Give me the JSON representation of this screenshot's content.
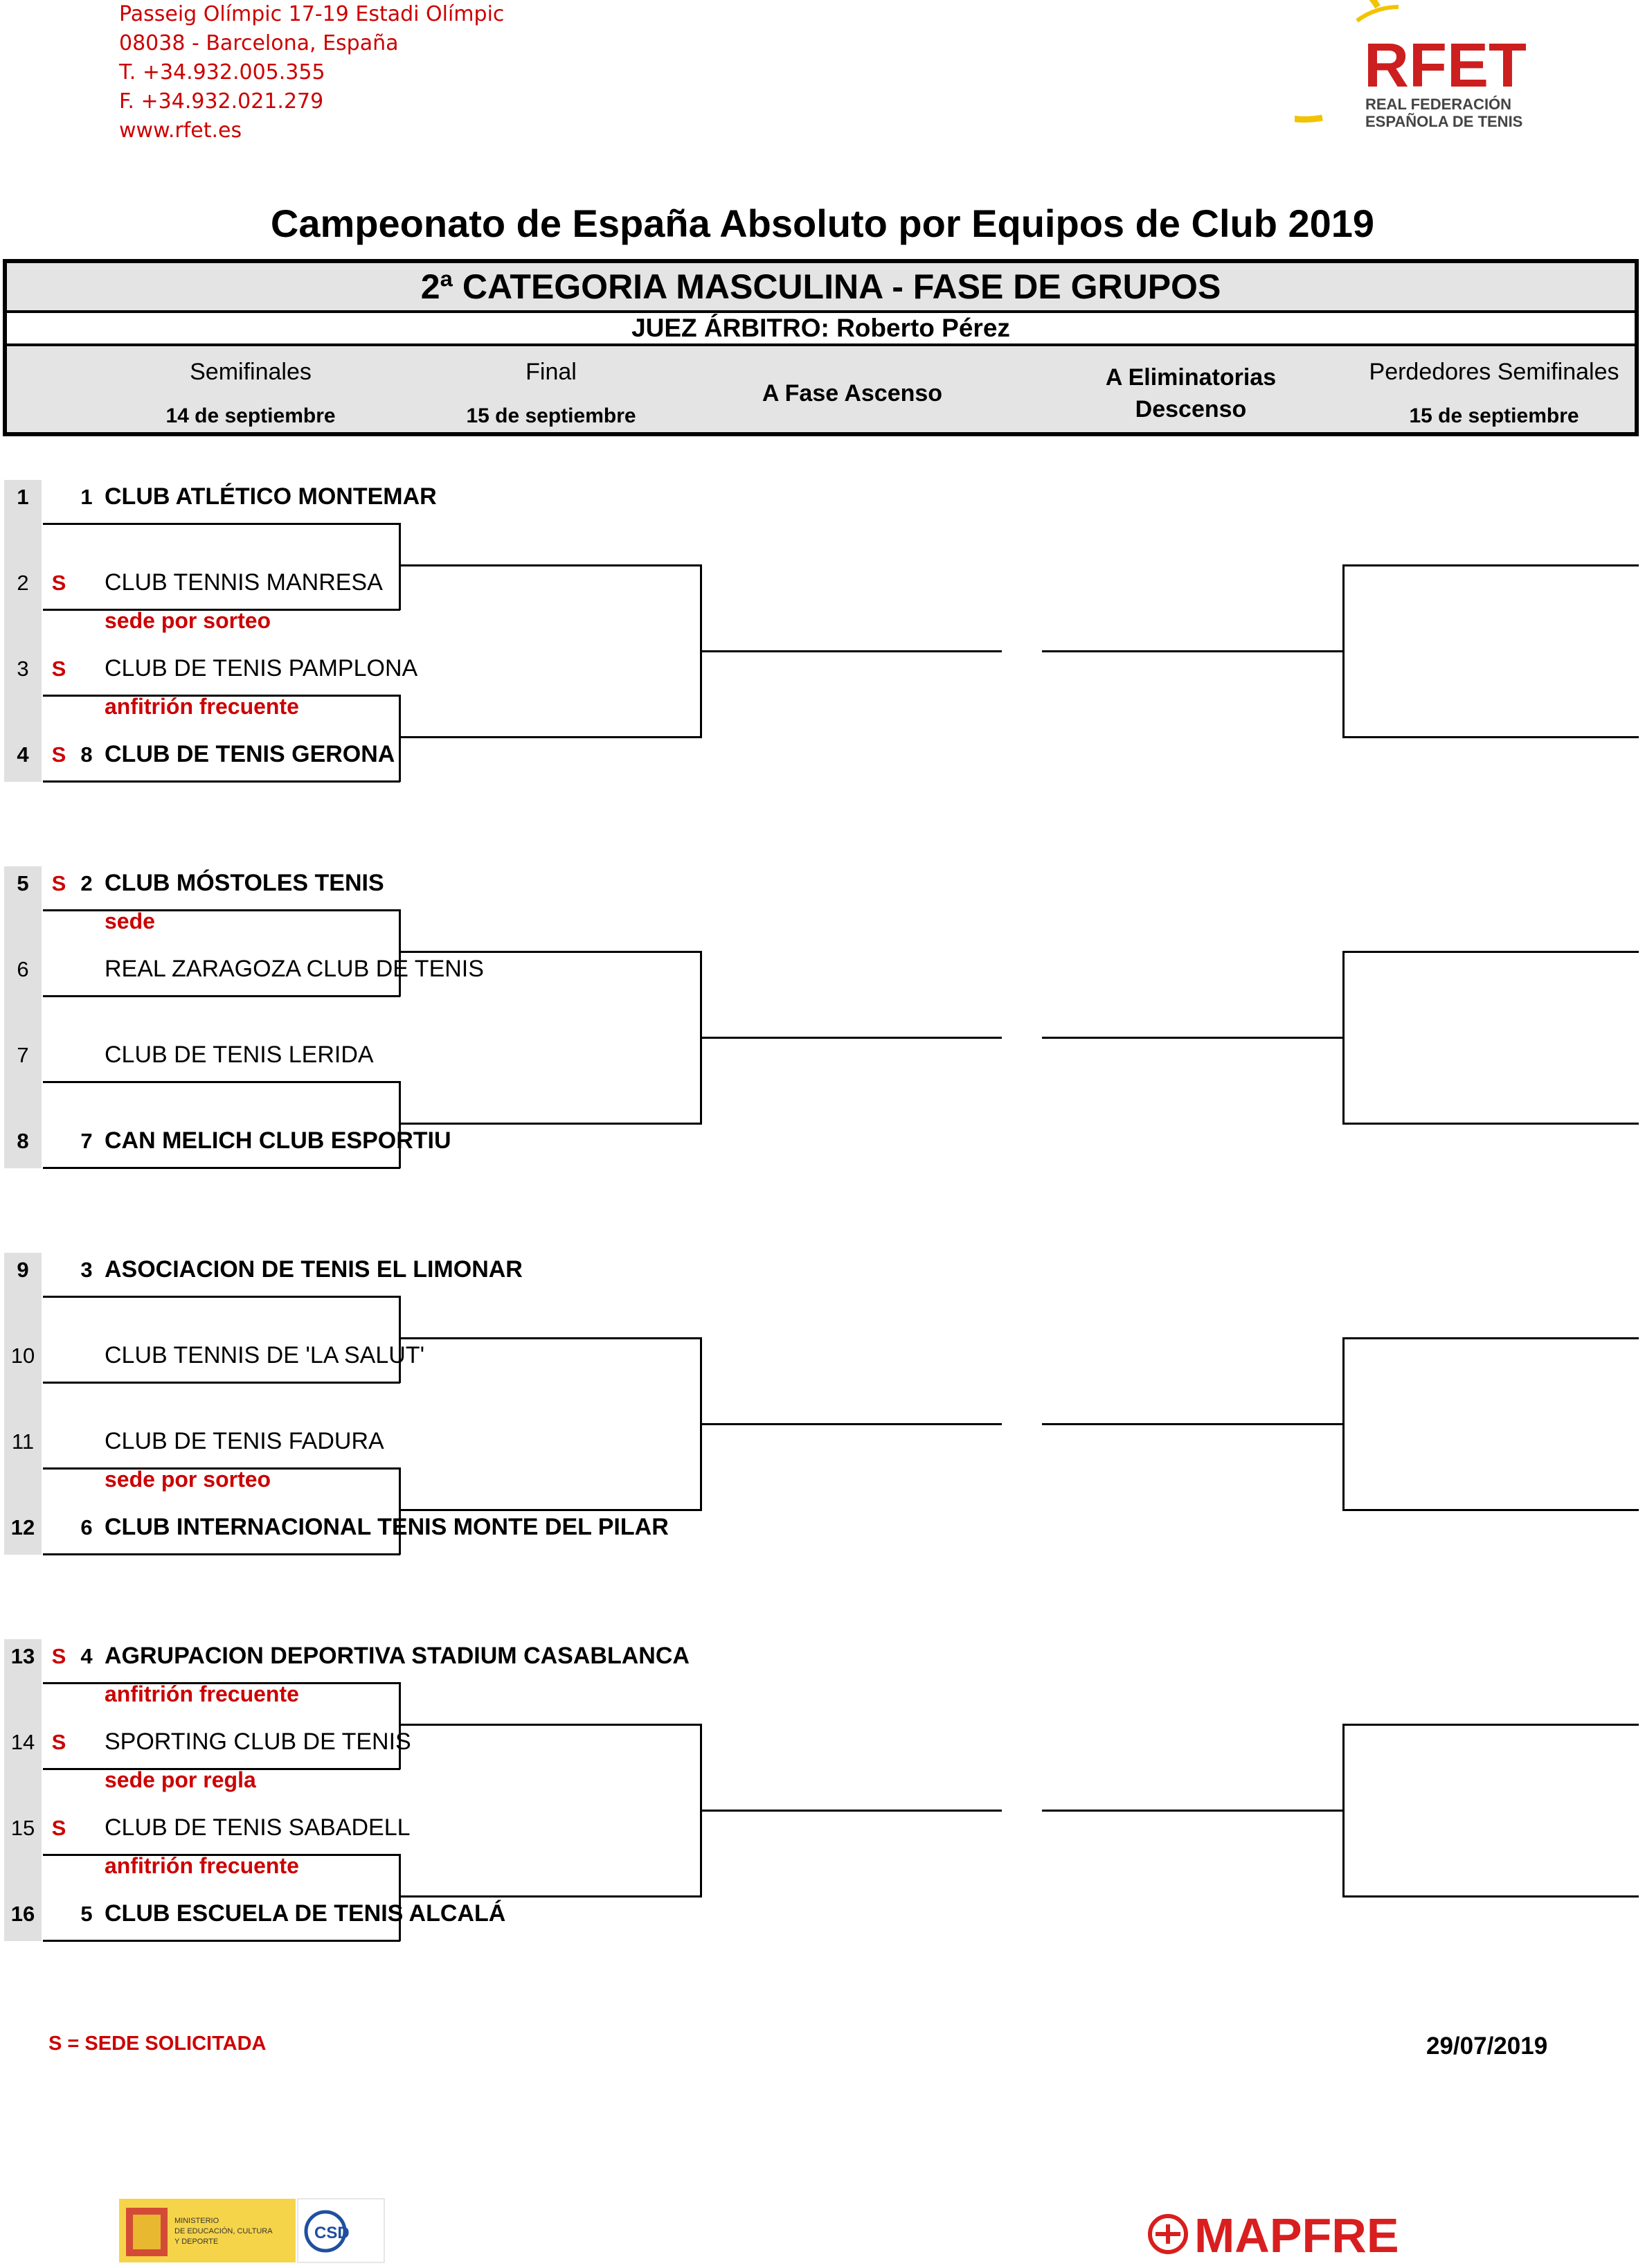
{
  "address": {
    "line1": "Passeig Olímpic 17-19 Estadi Olímpic",
    "line2": "08038 - Barcelona, España",
    "phone": "T. +34.932.005.355",
    "fax": "F. +34.932.021.279",
    "web": "www.rfet.es"
  },
  "logo": {
    "abbr": "RFET",
    "line1": "REAL FEDERACIÓN",
    "line2": "ESPAÑOLA DE TENIS",
    "accent": "#f2c300",
    "brand": "#cc1f1f"
  },
  "title": "Campeonato de España Absoluto por Equipos de Club 2019",
  "category": "2ª CATEGORIA MASCULINA - FASE DE GRUPOS",
  "judge": "JUEZ ÁRBITRO: Roberto Pérez",
  "rounds": {
    "semis_label": "Semifinales",
    "semis_date": "14 de septiembre",
    "final_label": "Final",
    "final_date": "15 de septiembre",
    "ascenso": "A Fase Ascenso",
    "elim_line1": "A Eliminatorias",
    "elim_line2": "Descenso",
    "perdedores_label": "Perdedores Semifinales",
    "perdedores_date": "15 de septiembre"
  },
  "rows": [
    {
      "num": "1",
      "s": "",
      "seed": "1",
      "team": "CLUB ATLÉTICO MONTEMAR",
      "note": ""
    },
    {
      "num": "2",
      "s": "S",
      "seed": "",
      "team": "CLUB TENNIS MANRESA",
      "note": "sede por sorteo"
    },
    {
      "num": "3",
      "s": "S",
      "seed": "",
      "team": "CLUB DE TENIS PAMPLONA",
      "note": "anfitrión frecuente"
    },
    {
      "num": "4",
      "s": "S",
      "seed": "8",
      "team": "CLUB DE TENIS GERONA",
      "note": ""
    },
    {
      "num": "5",
      "s": "S",
      "seed": "2",
      "team": "CLUB MÓSTOLES TENIS",
      "note": "sede"
    },
    {
      "num": "6",
      "s": "",
      "seed": "",
      "team": "REAL ZARAGOZA CLUB DE TENIS",
      "note": ""
    },
    {
      "num": "7",
      "s": "",
      "seed": "",
      "team": "CLUB DE TENIS LERIDA",
      "note": ""
    },
    {
      "num": "8",
      "s": "",
      "seed": "7",
      "team": "CAN MELICH CLUB ESPORTIU",
      "note": ""
    },
    {
      "num": "9",
      "s": "",
      "seed": "3",
      "team": "ASOCIACION DE TENIS EL LIMONAR",
      "note": ""
    },
    {
      "num": "10",
      "s": "",
      "seed": "",
      "team": "CLUB TENNIS DE 'LA SALUT'",
      "note": ""
    },
    {
      "num": "11",
      "s": "",
      "seed": "",
      "team": "CLUB DE TENIS FADURA",
      "note": "sede por sorteo"
    },
    {
      "num": "12",
      "s": "",
      "seed": "6",
      "team": "CLUB INTERNACIONAL TENIS MONTE DEL PILAR",
      "note": ""
    },
    {
      "num": "13",
      "s": "S",
      "seed": "4",
      "team": "AGRUPACION DEPORTIVA STADIUM CASABLANCA",
      "note": "anfitrión frecuente"
    },
    {
      "num": "14",
      "s": "S",
      "seed": "",
      "team": "SPORTING CLUB DE TENIS",
      "note": "sede por regla"
    },
    {
      "num": "15",
      "s": "S",
      "seed": "",
      "team": "CLUB DE TENIS SABADELL",
      "note": "anfitrión frecuente"
    },
    {
      "num": "16",
      "s": "",
      "seed": "5",
      "team": "CLUB ESCUELA DE TENIS ALCALÁ",
      "note": ""
    }
  ],
  "legend": "S = SEDE SOLICITADA",
  "date": "29/07/2019",
  "sponsor": {
    "ministry_line1": "MINISTERIO",
    "ministry_line2": "DE EDUCACIÓN, CULTURA",
    "ministry_line3": "Y DEPORTE",
    "csd": "CSD",
    "mapfre": "MAPFRE",
    "mapfre_color": "#d81e1e"
  },
  "colors": {
    "red": "#cc0000",
    "header_bg": "#e4e4e4"
  }
}
